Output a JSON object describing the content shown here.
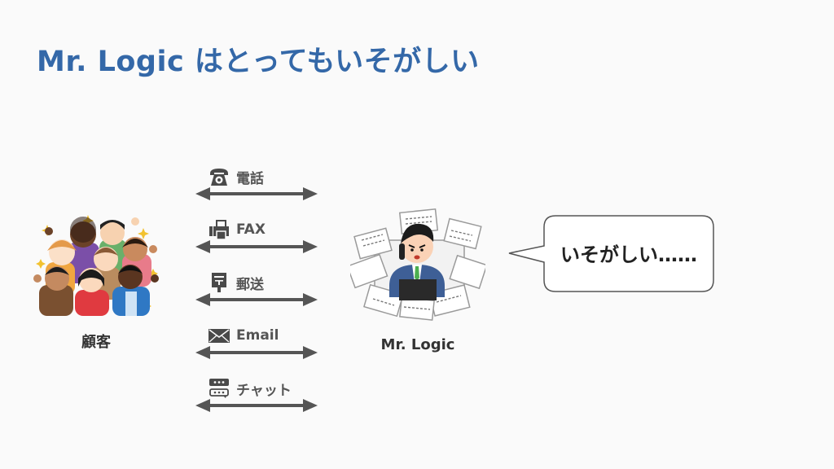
{
  "slide": {
    "title": "Mr. Logic はとってもいそがしい",
    "background": "#fafafa",
    "title_color": "#3468a8"
  },
  "customers": {
    "label": "顧客",
    "image": "group-of-cheering-people-illustration"
  },
  "mr_logic": {
    "label": "Mr. Logic",
    "image": "busy-businessman-buried-in-papers-illustration"
  },
  "channels": [
    {
      "label": "電話",
      "icon": "telephone-icon"
    },
    {
      "label": "FAX",
      "icon": "fax-icon"
    },
    {
      "label": "郵送",
      "icon": "mailbox-icon"
    },
    {
      "label": "Email",
      "icon": "envelope-icon"
    },
    {
      "label": "チャット",
      "icon": "chat-icon"
    }
  ],
  "speech_bubble": {
    "text": "いそがしい……"
  },
  "colors": {
    "arrow": "#555555",
    "icon": "#4a4a4a",
    "label": "#333333"
  }
}
